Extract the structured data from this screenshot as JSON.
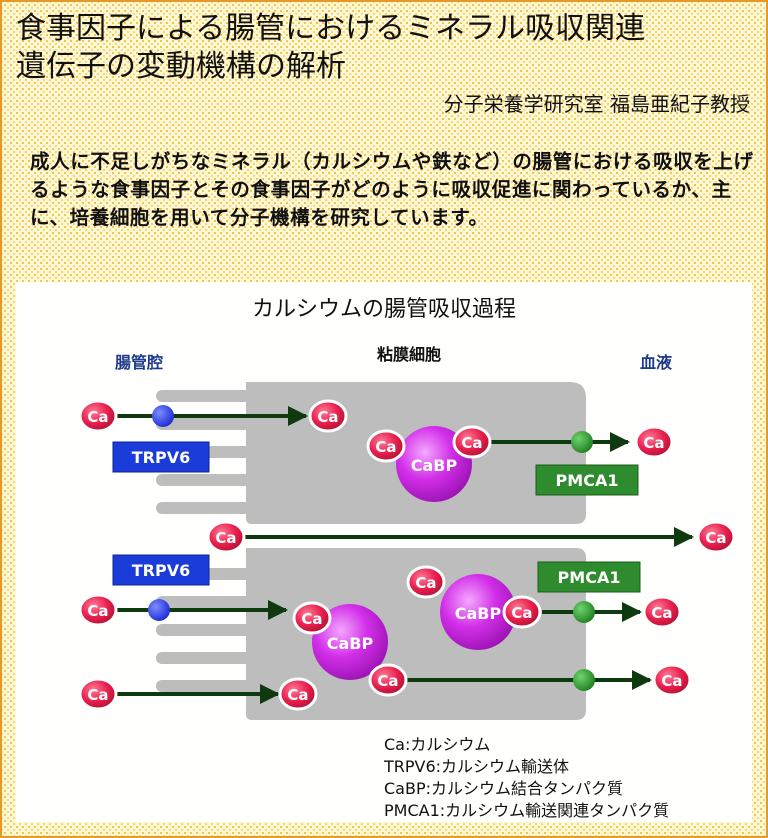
{
  "title_line1": "食事因子による腸管におけるミネラル吸収関連",
  "title_line2": "遺伝子の変動機構の解析",
  "author": "分子栄養学研究室 福島亜紀子教授",
  "intro": "成人に不足しがちなミネラル（カルシウムや鉄など）の腸管における吸収を上げるような食事因子とその食事因子がどのように吸収促進に関わっているか、主に、培養細胞を用いて分子機構を研究しています。",
  "diagram": {
    "title": "カルシウムの腸管吸収過程",
    "region_lumen": "腸管腔",
    "region_cell": "粘膜細胞",
    "region_blood": "血液",
    "ca": "Ca",
    "trpv6": "TRPV6",
    "cabp": "CaBP",
    "pmca1": "PMCA1",
    "colors": {
      "ca_fill": "#e8204e",
      "trpv6_box": "#1b3cd8",
      "pmca1_box": "#2e8b2e",
      "cabp_fill": "#d22fe8",
      "cell_fill": "#bdbdbd",
      "arrow": "#0f3a0f",
      "channel": "#2a3df0",
      "pump": "#2b9a2b"
    }
  },
  "legend": [
    "Ca:カルシウム",
    "TRPV6:カルシウム輸送体",
    "CaBP:カルシウム結合タンパク質",
    "PMCA1:カルシウム輸送関連タンパク質"
  ]
}
